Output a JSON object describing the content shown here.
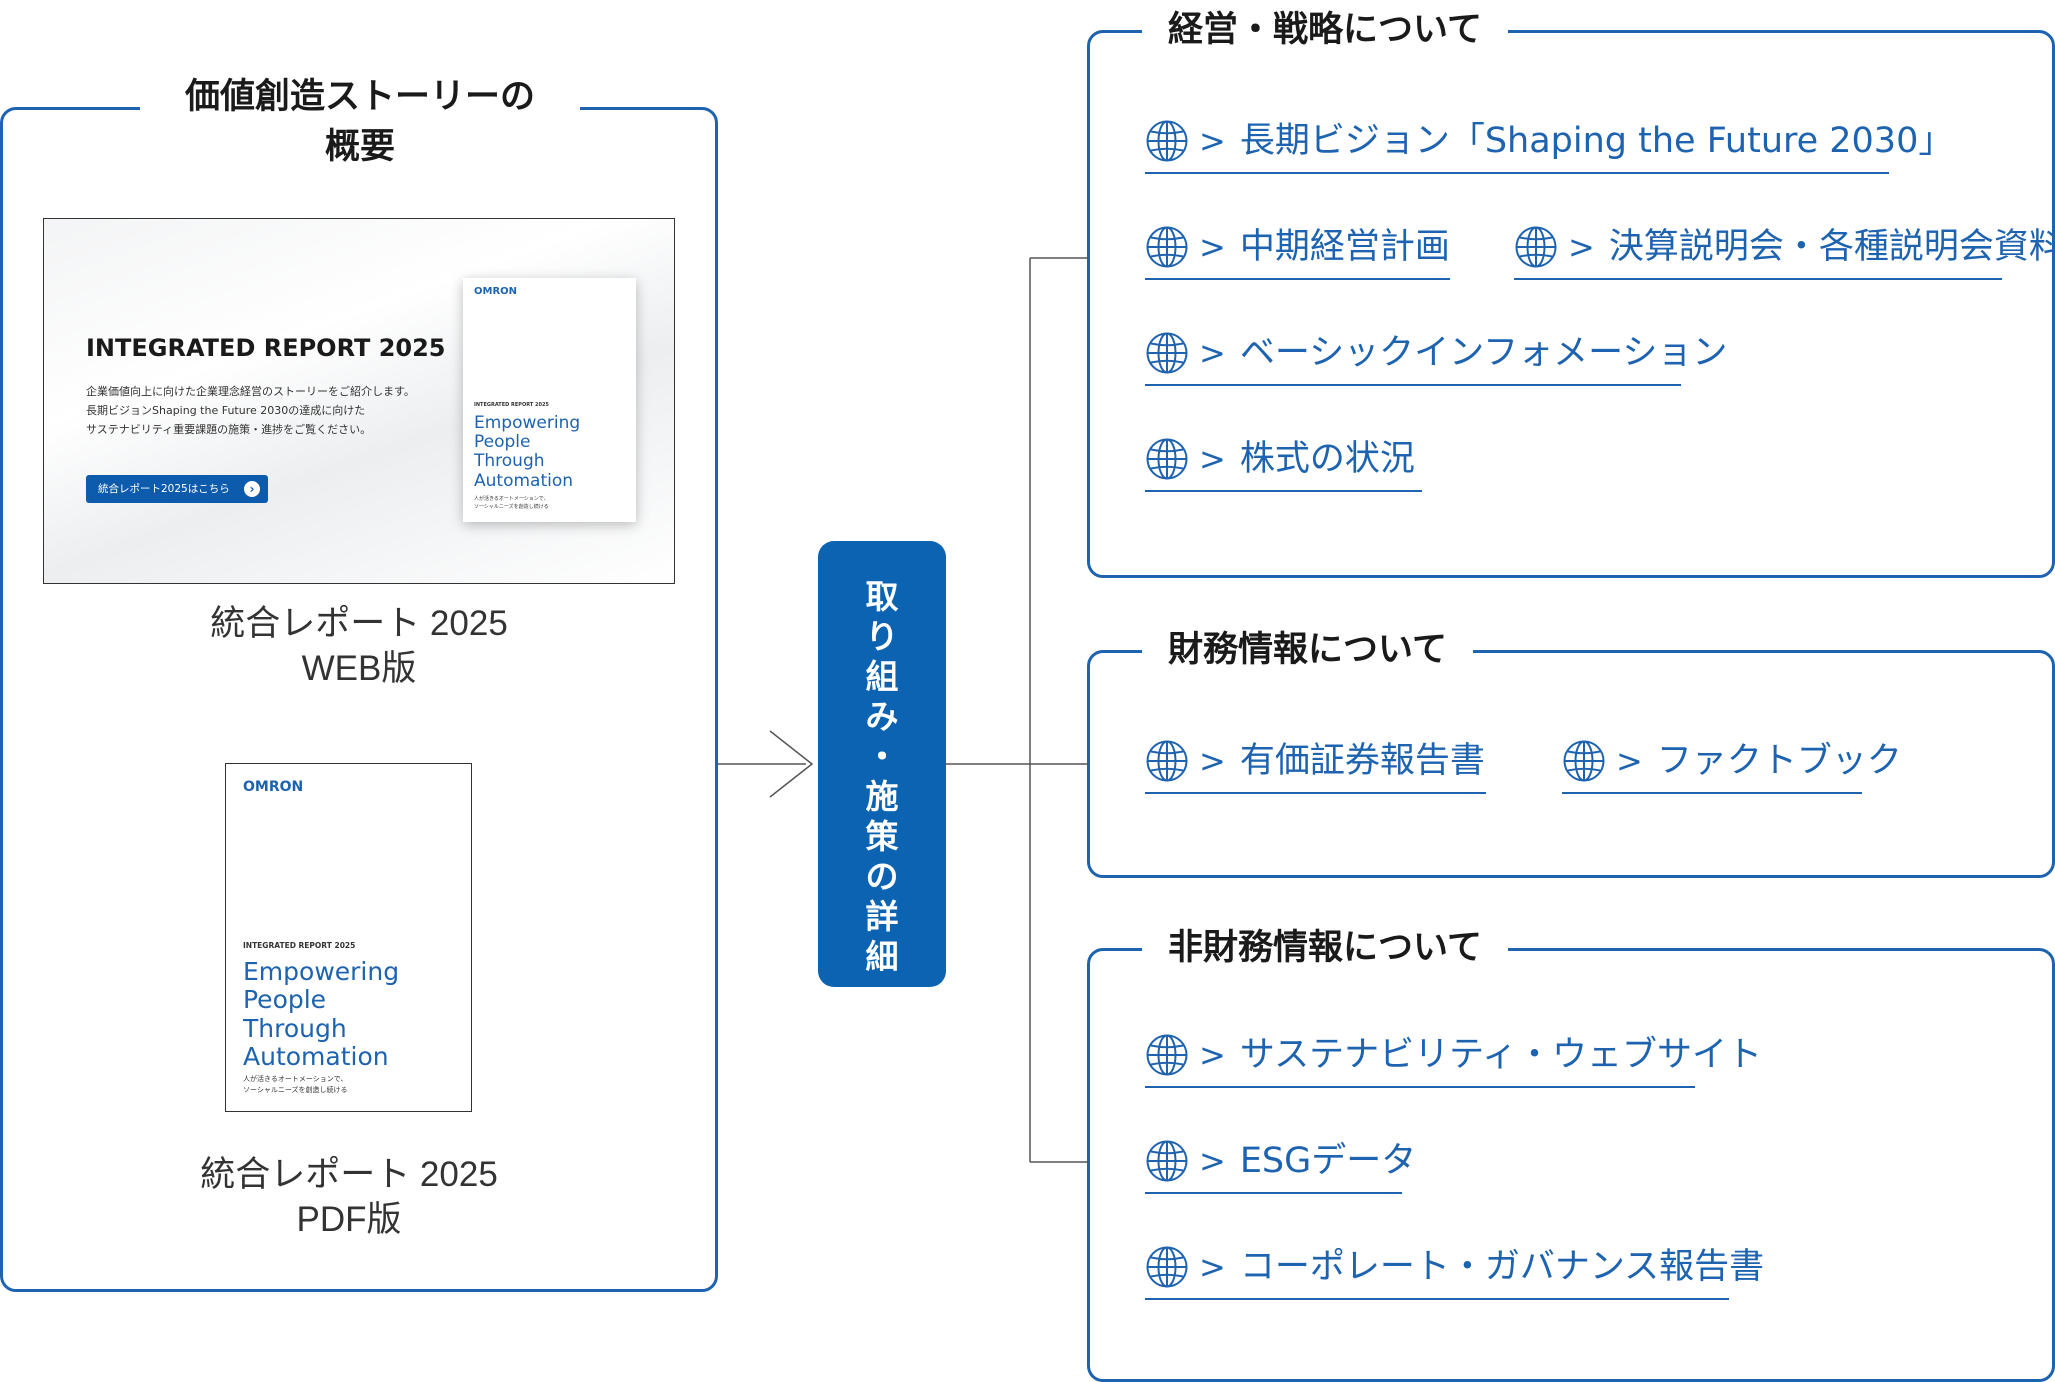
{
  "left_panel": {
    "title_line1": "価値創造ストーリーの",
    "title_line2": "概要",
    "web_report": {
      "heading": "INTEGRATED REPORT 2025",
      "description": [
        "企業価値向上に向けた企業理念経営のストーリーをご紹介します。",
        "長期ビジョンShaping the Future 2030の達成に向けた",
        "サステナビリティ重要課題の施策・進捗をご覧ください。"
      ],
      "button_label": "統合レポート2025はこちら",
      "caption_line1": "統合レポート 2025",
      "caption_line2": "WEB版"
    },
    "pdf_report": {
      "caption_line1": "統合レポート 2025",
      "caption_line2": "PDF版"
    },
    "booklet": {
      "logo": "OMRON",
      "subtitle": "INTEGRATED REPORT 2025",
      "main_lines": [
        "Empowering",
        "People",
        "Through",
        "Automation"
      ],
      "footer_lines": [
        "人が活きるオートメーションで、",
        "ソーシャルニーズを創造し続ける"
      ]
    }
  },
  "center": {
    "label_chars": [
      "取",
      "り",
      "組",
      "み",
      "・",
      "施",
      "策",
      "の",
      "詳",
      "細"
    ]
  },
  "sections": {
    "strategy": {
      "title": "経営・戦略について",
      "links": [
        "長期ビジョン「Shaping the Future 2030」",
        "中期経営計画",
        "決算説明会・各種説明会資料",
        "ベーシックインフォメーション",
        "株式の状況"
      ]
    },
    "financial": {
      "title": "財務情報について",
      "links": [
        "有価証券報告書",
        "ファクトブック"
      ]
    },
    "nonfinancial": {
      "title": "非財務情報について",
      "links": [
        "サステナビリティ・ウェブサイト",
        "ESGデータ",
        "コーポレート・ガバナンス報告書"
      ]
    }
  },
  "icons": {
    "link_icon": "globe-icon",
    "arrow_icon": "chevron-right-icon"
  },
  "colors": {
    "accent": "#1e63b0",
    "pill": "#0b63b2"
  }
}
